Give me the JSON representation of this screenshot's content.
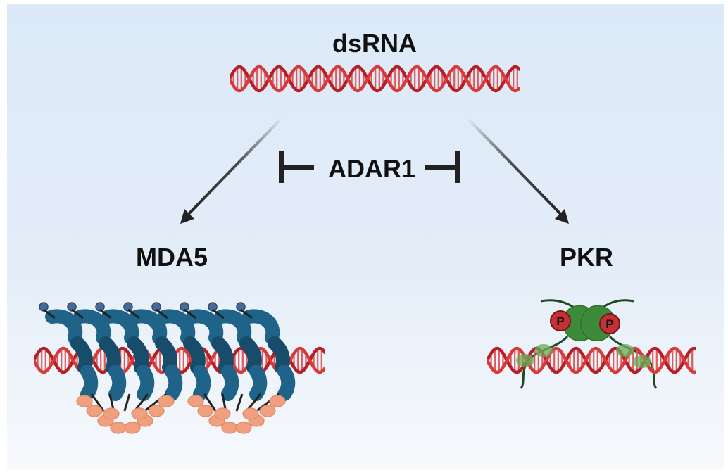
{
  "title": "dsRNA",
  "inhibitor": "ADAR1",
  "targets": {
    "left": "MDA5",
    "right": "PKR"
  },
  "phospho_label": "P",
  "colors": {
    "dsrna": "#d83a3a",
    "mda5": "#1f6388",
    "card": "#f0a07e",
    "pkr": "#3d8a3a",
    "phospho": "#c33136",
    "arrow": "#222222"
  }
}
